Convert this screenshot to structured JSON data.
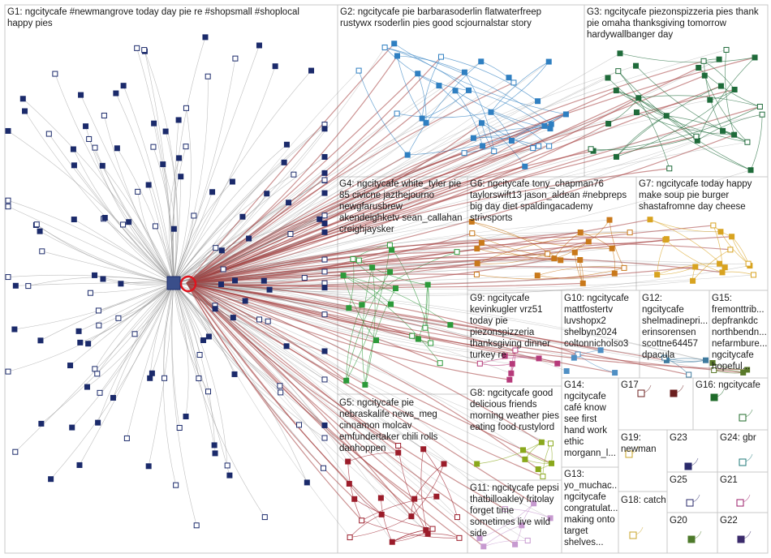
{
  "groups": [
    {
      "id": "G1",
      "text": "G1: ngcitycafe #newmangrove today day pie re #shopsmall #shoplocal\nhappy pies"
    },
    {
      "id": "G2",
      "text": "G2: ngcitycafe pie barbarasoderlin flatwaterfreep\nrustywx rsoderlin pies good scjournalstar story"
    },
    {
      "id": "G3",
      "text": "G3: ngcitycafe piezonspizzeria pies thank\npie omaha thanksgiving tomorrow\nhardywallbanger day"
    },
    {
      "id": "G4",
      "text": "G4: ngcitycafe white_tyler pie\n85 civicne jazthejourno\nnewgfarusbrew\nakendeighketv sean_callahan\ncreighjaysker"
    },
    {
      "id": "G5",
      "text": "G5: ngcitycafe pie\nnebraskalife news_meg\ncinnamon molcav\nemfundertaker chili rolls\ndanhoppen"
    },
    {
      "id": "G6",
      "text": "G6: ngcitycafe tony_chapman76\ntaylorswift13 jason_aldean #nebpreps\nbig day diet spaldingacademy\nstrivsports"
    },
    {
      "id": "G7",
      "text": "G7: ngcitycafe today happy\nmake soup pie burger\nshastafromne day cheese"
    },
    {
      "id": "G8",
      "text": "G8: ngcitycafe good\ndelicious friends\nmorning weather pies\neating food rustylord"
    },
    {
      "id": "G9",
      "text": "G9: ngcitycafe\nkevinkugler vrz51\ntoday pie\npiezonspizzeria\nthanksgiving dinner\nturkey re"
    },
    {
      "id": "G10",
      "text": "G10: ngcitycafe\nmattfostertv\nluvshopx2\nshelbyn2024\ncoltonnicholso3"
    },
    {
      "id": "G11",
      "text": "G11: ngcitycafe pepsi\nthatbilloakley fritolay\nforget time\nsometimes live wild\nside"
    },
    {
      "id": "G12",
      "text": "G12:\nngcitycafe\nshelmadinepri...\nerinsorensen\nscottne64457\ndpacula"
    },
    {
      "id": "G13",
      "text": "G13:\nyo_muchac...\nngcitycafe\ncongratulat...\nmaking onto\ntarget\nshelves..."
    },
    {
      "id": "G14",
      "text": "G14:\nngcitycafe\ncafé know\nsee first\nhand work\nethic\nmorgann_l..."
    },
    {
      "id": "G15",
      "text": "G15:\nfremonttrib...\ndepfrankdc\nnorthbendn...\nnefarmbure...\nngcitycafe\nhopeful..."
    },
    {
      "id": "G16",
      "text": "G16: ngcitycafe"
    },
    {
      "id": "G17",
      "text": "G17"
    },
    {
      "id": "G18",
      "text": "G18: catch"
    },
    {
      "id": "G19",
      "text": "G19:\nnewman"
    },
    {
      "id": "G20",
      "text": "G20"
    },
    {
      "id": "G21",
      "text": "G21"
    },
    {
      "id": "G22",
      "text": "G22"
    },
    {
      "id": "G23",
      "text": "G23"
    },
    {
      "id": "G24",
      "text": "G24: gbr"
    },
    {
      "id": "G25",
      "text": "G25"
    }
  ],
  "colors": {
    "edge": "#8a8a8a",
    "strong_edge": "#a23a3a",
    "hub_ring": "#e0141e",
    "g1": "#1b2a6b",
    "g2": "#2f7fc1",
    "g3": "#1f6b3a",
    "g4": "#2d9a3a",
    "g5": "#9b1c2a",
    "g6": "#c9791b",
    "g7": "#d8a320",
    "g8": "#8aa81c",
    "g9": "#b63a7a",
    "g10": "#4f8fc4",
    "g11": "#c79ad0"
  }
}
